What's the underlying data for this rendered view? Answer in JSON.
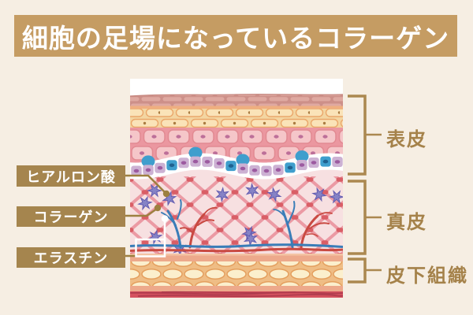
{
  "title": {
    "text": "細胞の足場になっているコラーゲン"
  },
  "left_labels": {
    "hyaluronic_acid": "ヒアルロン酸",
    "collagen": "コラーゲン",
    "elastin": "エラスチン"
  },
  "right_labels": {
    "epidermis": "表皮",
    "dermis": "真皮",
    "subcutaneous_tissue": "皮下組織"
  },
  "palette": {
    "page_bg": "#f6eee3",
    "banner_gold": "#c59c63",
    "label_box_gold": "#a5854e",
    "leader_gold": "#9d8040",
    "bracket_gold": "#ab8850",
    "right_label_gold": "#a5824a",
    "label_text_white": "#ffffff",
    "panel_white": "#ffffff",
    "corneum_base": "#cd9089",
    "corneum_brick": "#dfa9a1",
    "corneum_edge": "#c5857d",
    "corneum_band_orange": "#efae80",
    "granular_bg": "#f3d5a1",
    "granular_cell": "#fae3b8",
    "granular_cell_edge": "#eaa76a",
    "granular_dot": "#aa7c41",
    "spinous_bg": "#eb97a0",
    "spinous_cell": "#f5c6c9",
    "spinous_cell_edge": "#e28a92",
    "spinous_dot": "#bd6f99",
    "basal_cell": "#ccb1d3",
    "basal_dot": "#9c5aa0",
    "basal_blue_cell": "#3f9ecd",
    "basal_blue_dot": "#1f618f",
    "dermis_bg": "#f7e0e1",
    "fiber_pink": "#eb9aa4",
    "fiber_tie_red": "#d95e66",
    "star_purple": "#8683c6",
    "star_edge": "#615bb0",
    "vessel_red": "#c94a42",
    "vessel_blue": "#3a7db8",
    "salmon_band": "#eda98b",
    "salmon_band_light": "#f4c3a3",
    "fat_bg": "#efbd85",
    "fat_cell": "#fbefcd",
    "fat_cell_edge": "#e49f5e",
    "muscle_red": "#d5525f",
    "muscle_streak": "#b13c4e"
  }
}
